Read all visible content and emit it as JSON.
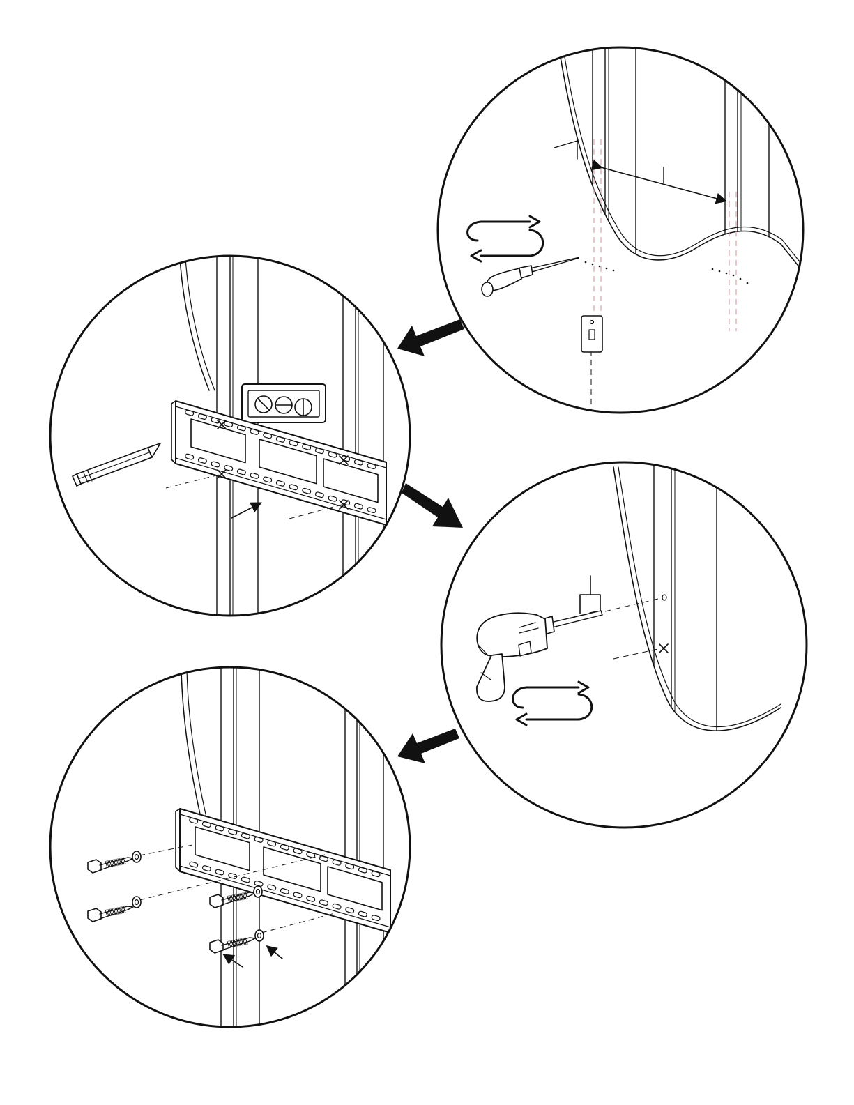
{
  "figure": {
    "kind": "wall mount installation instruction illustration",
    "colors": {
      "ink": "#111111",
      "paper": "#ffffff",
      "guide_dash": "#d9a3a8"
    },
    "panels": [
      {
        "step": "locate-studs",
        "icons": [
          "stud-finder-icon",
          "awl-icon",
          "rotate-arrows-icon",
          "light-switch-icon"
        ]
      },
      {
        "step": "mark-holes",
        "icons": [
          "level-icon",
          "pencil-icon",
          "wall-plate-icon"
        ]
      },
      {
        "step": "drill-pilot-holes",
        "icons": [
          "drill-icon",
          "rotate-arrows-icon"
        ]
      },
      {
        "step": "attach-plate",
        "icons": [
          "lag-bolt-icon",
          "washer-icon",
          "wall-plate-icon"
        ]
      }
    ],
    "flow_arrows": [
      "arrow-to-mark",
      "arrow-to-drill",
      "arrow-to-attach"
    ]
  }
}
